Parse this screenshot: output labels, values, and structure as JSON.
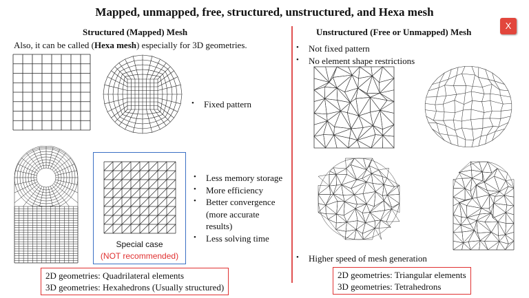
{
  "slide": {
    "title": "Mapped, unmapped, free, structured, unstructured, and Hexa mesh",
    "close_label": "X"
  },
  "left": {
    "heading": "Structured (Mapped) Mesh",
    "intro_prefix": "Also, it can be called (",
    "intro_bold": "Hexa mesh",
    "intro_suffix": ") especially for 3D geometries.",
    "bullets_top": [
      "Fixed pattern"
    ],
    "bullets_mid": [
      "Less memory storage",
      "More efficiency",
      "Better convergence (more accurate results)",
      "Less solving time"
    ],
    "special_case": "Special case",
    "not_recommended": "NOT recommended",
    "not_recommended_paren_open": "(",
    "not_recommended_paren_close": ")",
    "box_lines": [
      "2D geometries: Quadrilateral elements",
      "3D geometries: Hexahedrons (Usually structured)"
    ]
  },
  "right": {
    "heading": "Unstructured (Free or Unmapped) Mesh",
    "bullets_top": [
      "Not fixed pattern",
      "No element shape restrictions"
    ],
    "bullets_bottom": [
      "Higher speed of mesh generation"
    ],
    "box_lines": [
      "2D geometries: Triangular elements",
      "3D geometries: Tetrahedrons"
    ]
  },
  "colors": {
    "accent_red": "#e03030",
    "accent_blue": "#3a6fc4",
    "close_bg": "#e2463c"
  },
  "icons": {
    "close": "close-icon"
  }
}
